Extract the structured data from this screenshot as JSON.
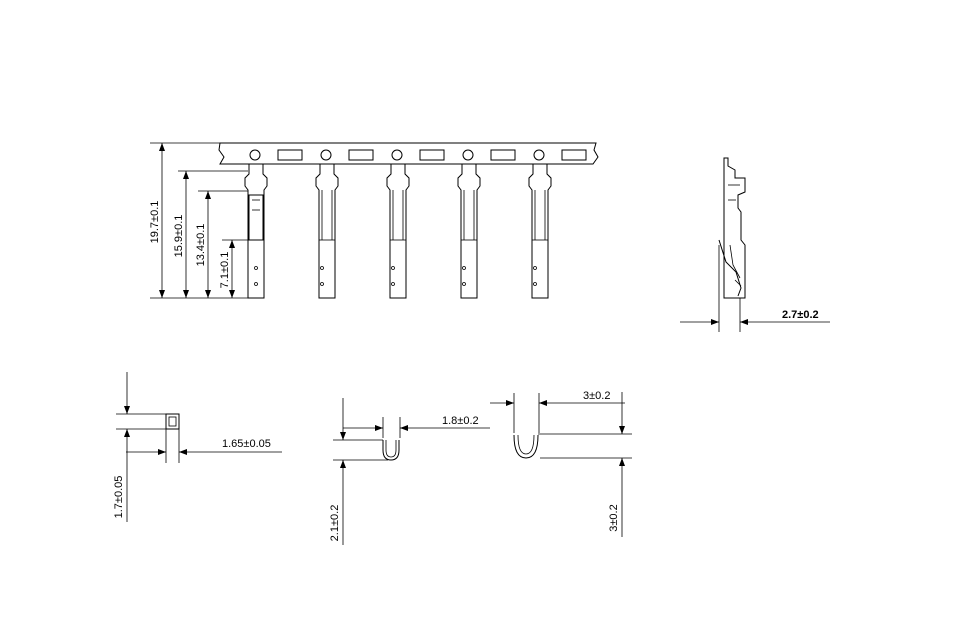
{
  "dimensions": {
    "height_overall": "19.7±0.1",
    "height_2": "15.9±0.1",
    "height_3": "13.4±0.1",
    "height_4": "7.1±0.1",
    "side_thickness": "2.7±0.2",
    "section_width": "1.65±0.05",
    "section_height": "1.7±0.05",
    "u_small_width": "1.8±0.2",
    "u_small_height": "2.1±0.2",
    "u_large_width": "3±0.2",
    "u_large_height": "3±0.2"
  }
}
